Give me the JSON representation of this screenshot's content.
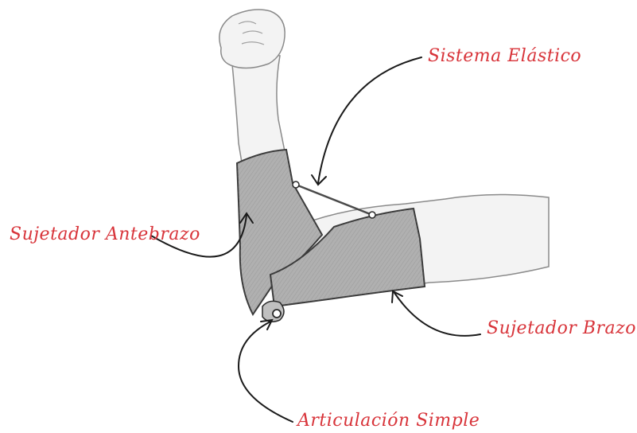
{
  "labels": {
    "sistema_elastico": "Sistema Elástico",
    "sujetador_antebrazo": "Sujetador Antebrazo",
    "sujetador_brazo": "Sujetador Brazo",
    "articulacion_simple": "Articulación Simple"
  },
  "colors": {
    "label_text": "#d8343a",
    "arrow": "#1a1a1a",
    "skin_fill": "#f3f3f3",
    "skin_outline": "#8a8a8a",
    "brace_fill": "#a8a8a8",
    "brace_outline": "#3a3a3a"
  },
  "icons": [
    "joint-rivet-icon",
    "strap-rivet-icon"
  ]
}
